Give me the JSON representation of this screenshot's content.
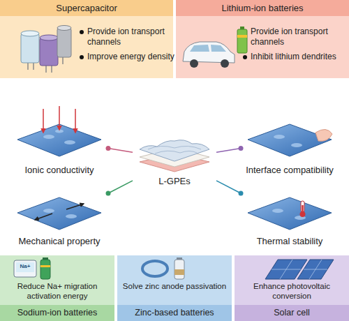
{
  "diagram": {
    "nodes": [
      {
        "text": [
          "Supercapacitor",
          "Provide ion transport channels",
          "Improve energy density"
        ]
      },
      {
        "text": [
          "Lithium-ion batteries",
          "Provide ion transport channels",
          "Inhibit lithium dendrites"
        ]
      },
      {
        "text": [
          "Ionic conductivity"
        ]
      },
      {
        "text": [
          "L-GPEs"
        ]
      },
      {
        "text": [
          "Interface compatibility"
        ]
      },
      {
        "text": [
          "Mechanical property"
        ]
      },
      {
        "text": [
          "Thermal stability"
        ]
      },
      {
        "text": [
          "Reduce Na+ migration activation energy",
          "Sodium-ion batteries"
        ]
      },
      {
        "text": [
          "Solve zinc anode passivation",
          "Zinc-based batteries"
        ]
      },
      {
        "text": [
          "Enhance photovoltaic conversion",
          "Solar cell"
        ]
      }
    ],
    "edges": [
      {
        "from": 3,
        "to": 2,
        "arrow": "none"
      },
      {
        "from": 3,
        "to": 4,
        "arrow": "none"
      },
      {
        "from": 3,
        "to": 5,
        "arrow": "none"
      },
      {
        "from": 3,
        "to": 6,
        "arrow": "none"
      }
    ],
    "labels": [
      "Na+"
    ]
  }
}
